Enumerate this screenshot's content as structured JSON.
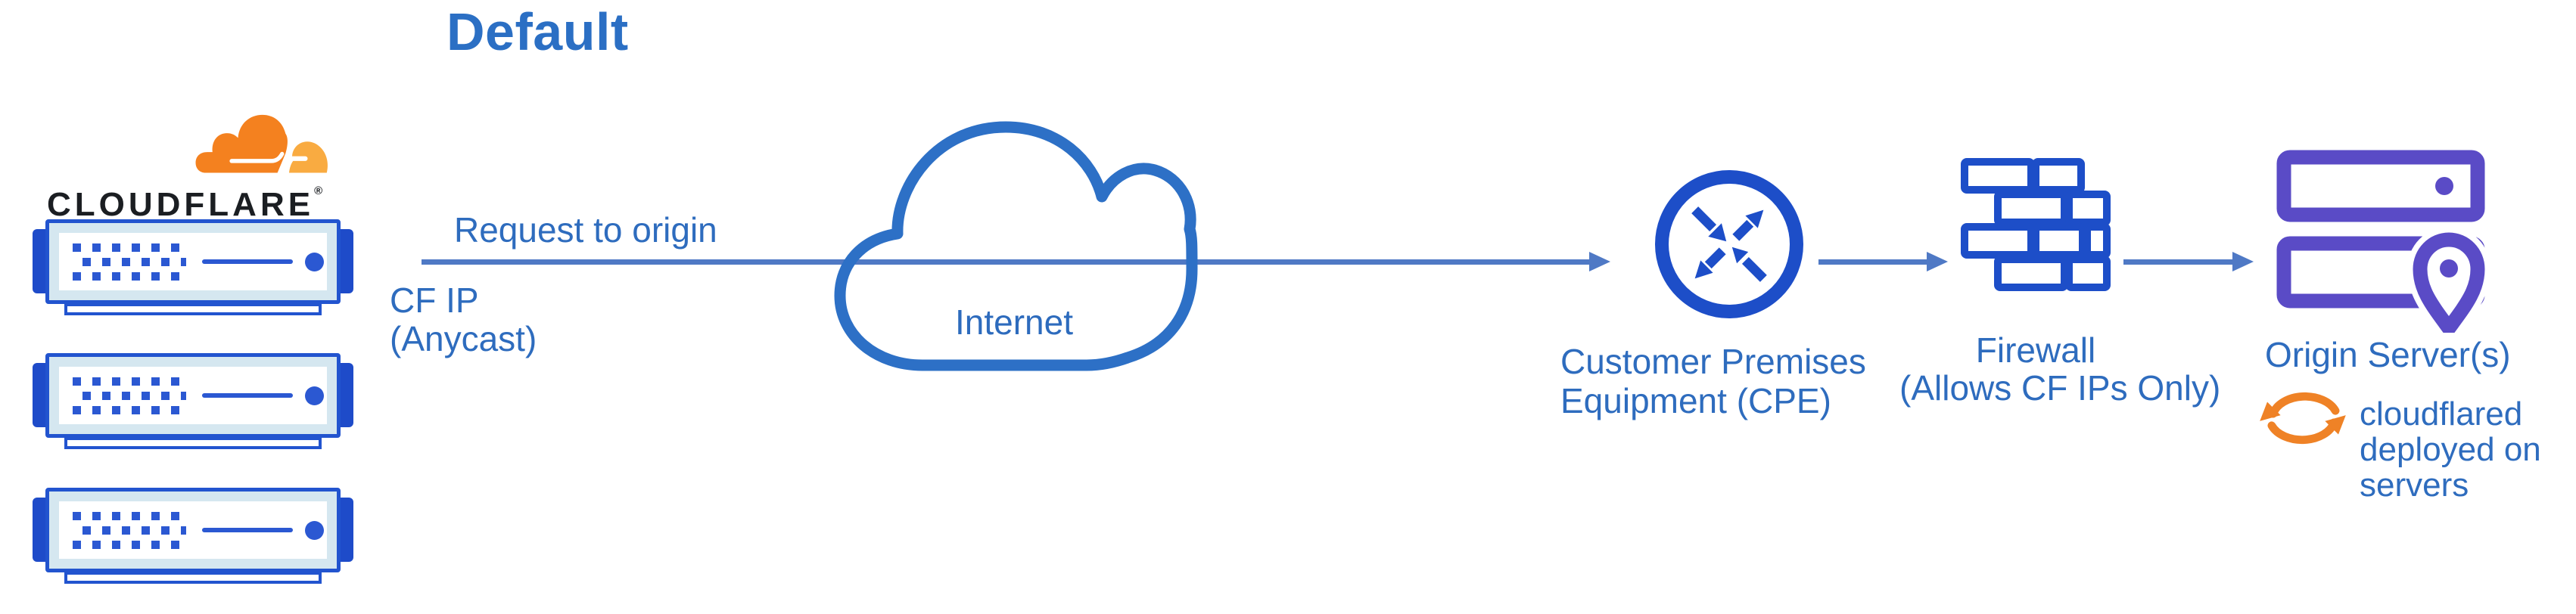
{
  "title": "Default",
  "logo": {
    "wordmark": "CLOUDFLARE",
    "registered": "®"
  },
  "flow": {
    "request_label": "Request to origin",
    "cf_ip_line1": "CF IP",
    "cf_ip_line2": "(Anycast)"
  },
  "nodes": {
    "internet": {
      "label": "Internet"
    },
    "cpe": {
      "label_line1": "Customer Premises",
      "label_line2": "Equipment (CPE)"
    },
    "firewall": {
      "label_line1": "Firewall",
      "label_line2": "(Allows CF IPs Only)"
    },
    "origin": {
      "label": "Origin Server(s)"
    },
    "cloudflared": {
      "line1": "cloudflared",
      "line2": "deployed on",
      "line3": "servers"
    }
  },
  "icons": {
    "logo": "cloudflare-logo-cloud",
    "edge": "server-stack-icon",
    "internet": "cloud-outline-icon",
    "cpe": "router-crossed-arrows-icon",
    "firewall": "brick-wall-icon",
    "origin": "servers-with-location-pin-icon",
    "cloudflared": "sync-cycle-arrows-icon"
  },
  "colors": {
    "title_blue": "#2b6fc4",
    "label_blue": "#2e6cbe",
    "arrow_blue": "#4f79c5",
    "icon_blue": "#1d4ec8",
    "server_fill_blue": "#2b58d2",
    "pale_blue": "#d5e7f0",
    "cloud_stroke_blue": "#2d70c6",
    "origin_purple": "#5a4bc6",
    "cf_orange": "#f4811f",
    "cf_light_orange": "#f9ab41",
    "wordmark_black": "#1b1e22"
  }
}
